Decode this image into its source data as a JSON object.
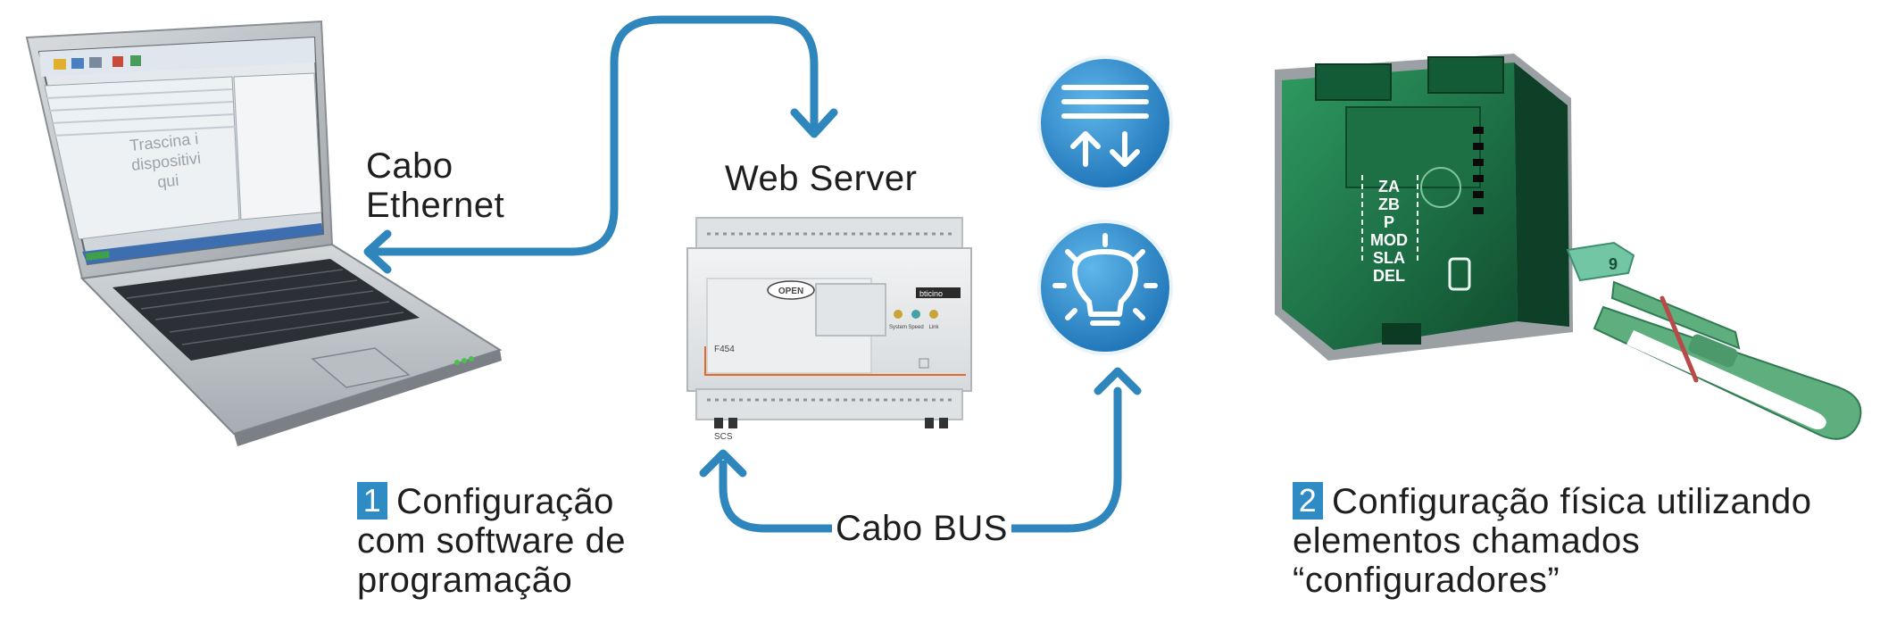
{
  "labels": {
    "ethernet_cable": [
      "Cabo",
      "Ethernet"
    ],
    "web_server": "Web Server",
    "bus_cable": "Cabo BUS"
  },
  "steps": [
    {
      "number": "1",
      "lines": [
        "Configuração",
        "com software de",
        "programação"
      ]
    },
    {
      "number": "2",
      "lines": [
        "Configuração física utilizando",
        "elementos chamados",
        "“configuradores”"
      ]
    }
  ],
  "laptop_screen": {
    "drop_hint": [
      "Trascina i",
      "dispositivi",
      "qui"
    ]
  },
  "webserver_device": {
    "brand_logo": "OPEN",
    "model": "F454",
    "leds": [
      "System",
      "Speed",
      "Link"
    ],
    "brand": "bticino",
    "bus_label": "SCS"
  },
  "configurator_module": {
    "positions": [
      "ZA",
      "ZB",
      "P",
      "MOD",
      "SLA",
      "DEL"
    ],
    "configurator_value": "9"
  },
  "icons": [
    "shutter-icon",
    "light-bulb-icon"
  ],
  "colors": {
    "accent_blue": "#2e8bc4",
    "arrow_blue": "#2f86bd",
    "module_green": "#1f7a4a",
    "tool_green": "#5fae7e"
  }
}
